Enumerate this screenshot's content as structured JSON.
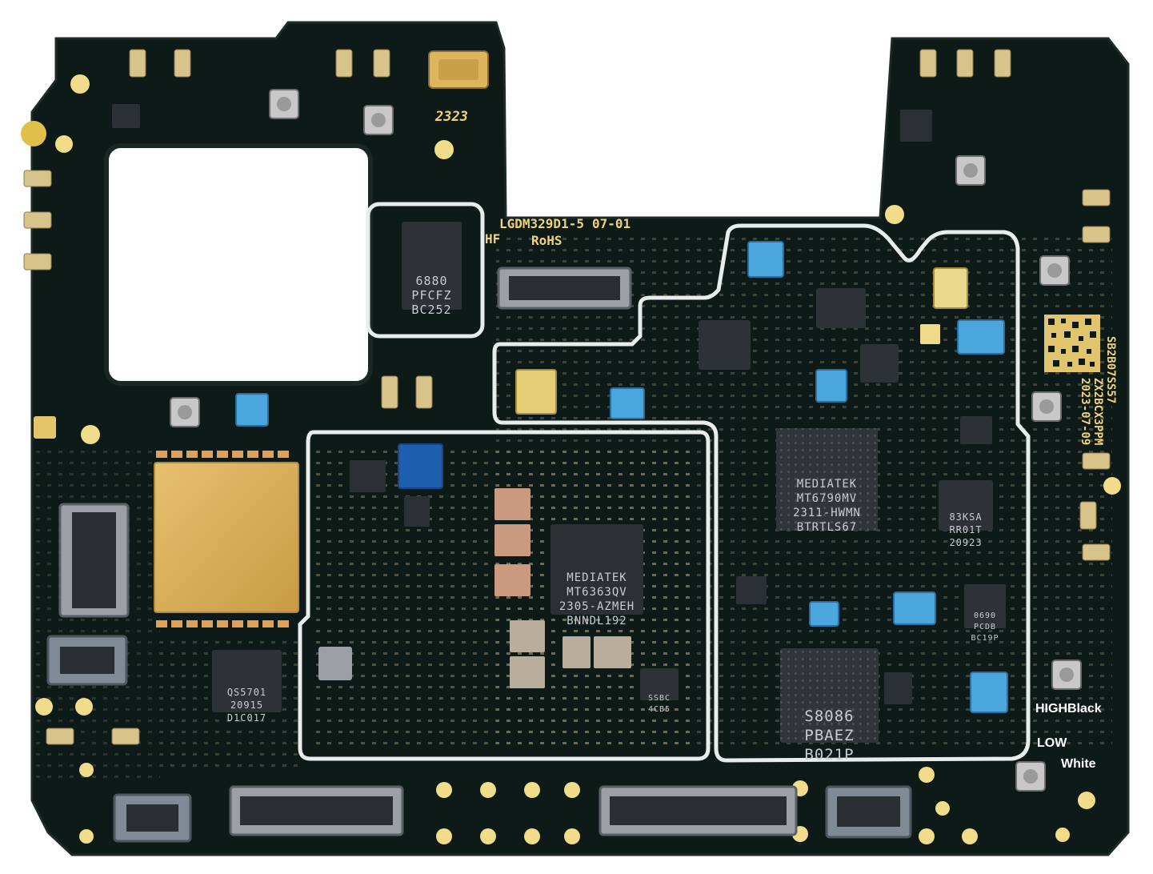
{
  "board": {
    "model_code": "LGDM329D1-5",
    "date_code": "07-01",
    "hf_mark": "HF",
    "rohs_mark": "RoHS",
    "top_code": "2323",
    "serial_line1": "SB2B07SS57",
    "serial_line2": "ZX2BCX3PPM",
    "serial_line3": "2023-07-09"
  },
  "chips": {
    "memory_chip": [
      "6880",
      "PFCFZ",
      "BC252"
    ],
    "pmic": [
      "MEDIATEK",
      "MT6363QV",
      "2305-AZMEH",
      "BNNDL192"
    ],
    "soc": [
      "MEDIATEK",
      "MT6790MV",
      "2311-HWMN",
      "BTRTLS67"
    ],
    "charger": [
      "S8086",
      "PBAEZ",
      "B021P"
    ],
    "rf_chip_right": [
      "83KSA",
      "RR01T",
      "20923"
    ],
    "small_chip_bottom_left": [
      "QS5701",
      "20915",
      "D1C017"
    ],
    "small_chip_center": [
      "SSBC",
      "4CB5"
    ],
    "small_chip_right": [
      "0690",
      "PCDB",
      "BC19P"
    ]
  },
  "labels": {
    "high": "HIGHBlack",
    "low": "LOW",
    "white": "White"
  },
  "colors": {
    "pcb": "#0c1816",
    "gold": "#d9b25a",
    "shield_line": "#e8ecea",
    "chip": "#2b3034",
    "blue_component": "#4aa6dc"
  }
}
